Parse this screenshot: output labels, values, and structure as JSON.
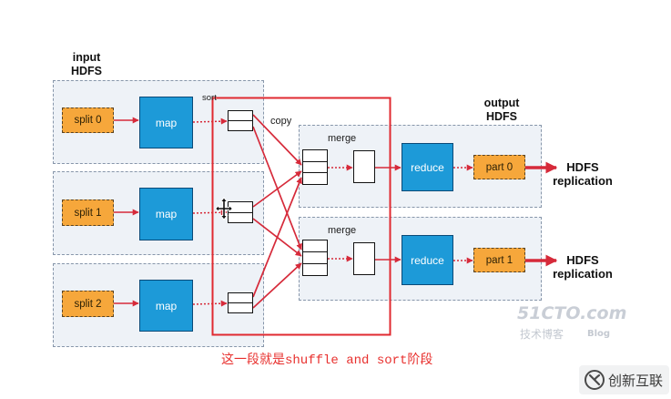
{
  "labels": {
    "input": {
      "line1": "input",
      "line2": "HDFS"
    },
    "output": {
      "line1": "output",
      "line2": "HDFS"
    },
    "sort": "sort",
    "copy": "copy"
  },
  "map_tasks": [
    {
      "split": "split 0",
      "map": "map"
    },
    {
      "split": "split 1",
      "map": "map"
    },
    {
      "split": "split 2",
      "map": "map"
    }
  ],
  "reduce_tasks": [
    {
      "merge": "merge",
      "reduce": "reduce",
      "part": "part 0",
      "dest_line1": "HDFS",
      "dest_line2": "replication"
    },
    {
      "merge": "merge",
      "reduce": "reduce",
      "part": "part 1",
      "dest_line1": "HDFS",
      "dest_line2": "replication"
    }
  ],
  "caption": "这一段就是shuffle and sort阶段",
  "watermarks": {
    "site": "51CTO.com",
    "site_sub": "技术博客",
    "blog": "Blog",
    "brand": "创新互联"
  },
  "icons": [
    "move-cursor-icon",
    "brand-logo-icon"
  ],
  "colors": {
    "arrow": "#d62a3a",
    "map_reduce_box": "#1d9ad8",
    "split_part_box": "#f6a73b",
    "panel": "#eef2f7",
    "highlight_frame": "#e02a30",
    "caption": "#e8302e"
  }
}
